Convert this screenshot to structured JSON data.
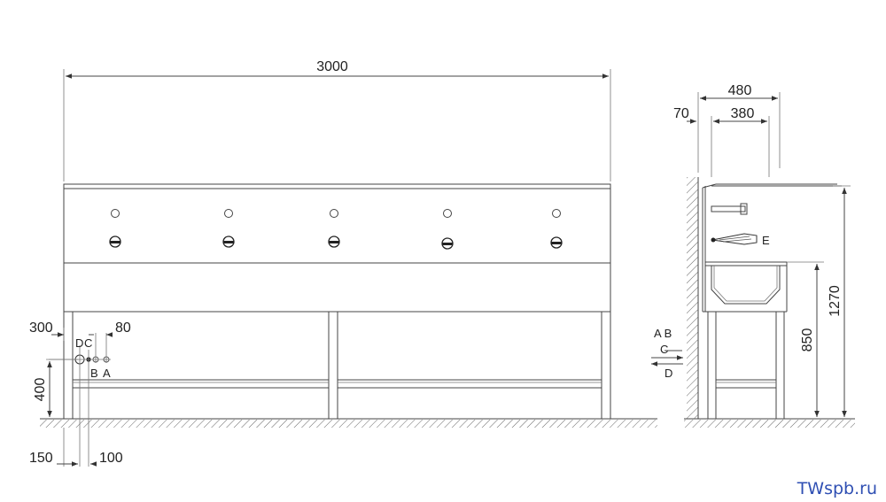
{
  "brand": "TWspb.ru",
  "front": {
    "width": "3000",
    "left_offset": "300",
    "pipe_spacing": "80",
    "height_400": "400",
    "bottom_left": "150",
    "bottom_right": "100",
    "labels": {
      "d": "D",
      "c": "C",
      "b": "B",
      "a": "A"
    }
  },
  "side": {
    "depth_480": "480",
    "depth_380": "380",
    "offset_70": "70",
    "height_1270": "1270",
    "height_850": "850",
    "label_ab": "A B",
    "label_c": "C",
    "label_d": "D",
    "label_e": "E"
  }
}
